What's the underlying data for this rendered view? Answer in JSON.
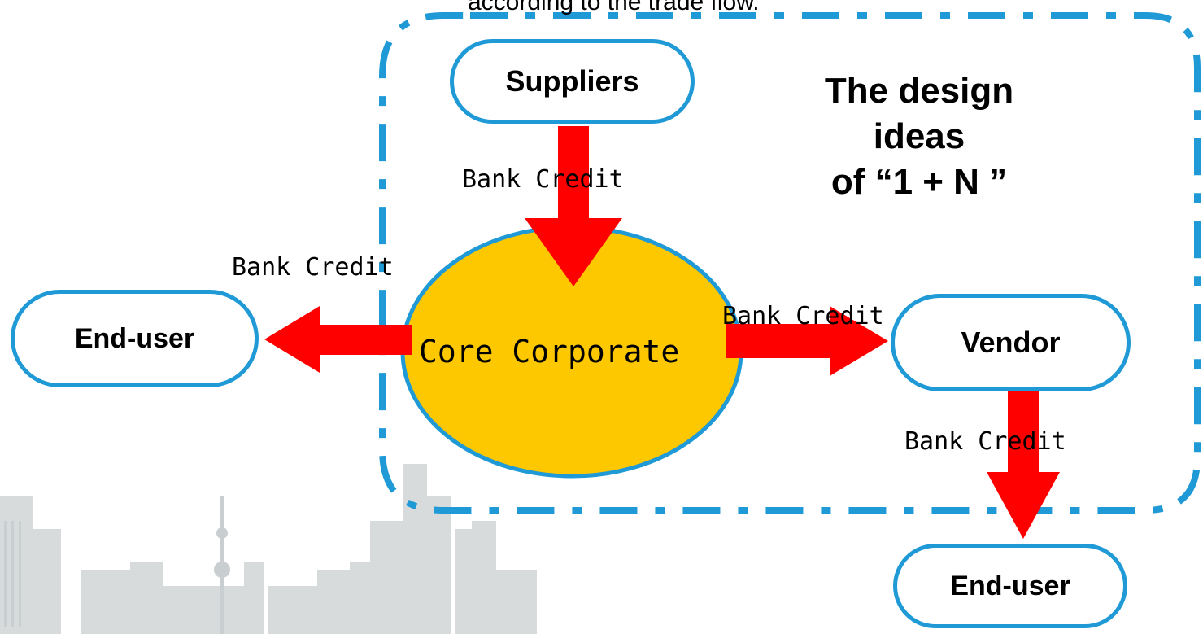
{
  "diagram": {
    "caption": "according to the trade flow.",
    "heading_line1": "The design ideas",
    "heading_line2": "of “1 + N ”",
    "nodes": {
      "suppliers": "Suppliers",
      "end_user_left": "End-user",
      "vendor": "Vendor",
      "end_user_bottom": "End-user",
      "core": "Core Corporate"
    },
    "edge_labels": {
      "suppliers_to_core": "Bank Credit",
      "core_to_end_user": "Bank Credit",
      "core_to_vendor": "Bank Credit",
      "vendor_to_end_user": "Bank Credit"
    }
  },
  "colors": {
    "node_border": "#1f9ad6",
    "core_fill": "#fdc800",
    "arrow": "#ff0000",
    "boundary": "#1f9ad6"
  }
}
